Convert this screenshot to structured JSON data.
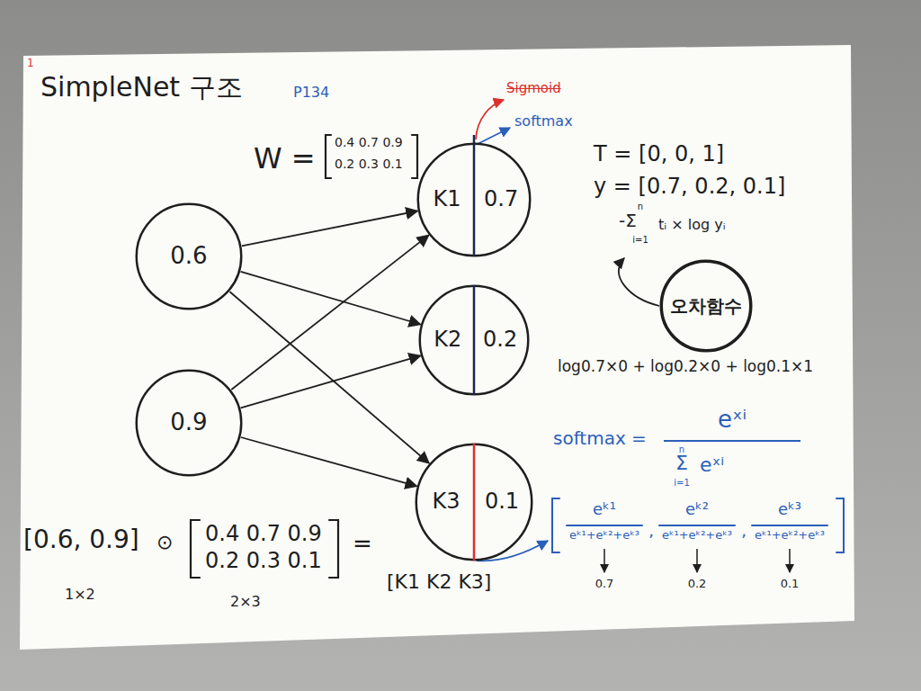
{
  "diagram": {
    "title": "SimpleNet 구조",
    "nodes": [
      {
        "text": [
          "0.6"
        ]
      },
      {
        "text": [
          "0.9"
        ]
      },
      {
        "text": [
          "K1",
          "0.7"
        ]
      },
      {
        "text": [
          "K2",
          "0.2"
        ]
      },
      {
        "text": [
          "K3",
          "0.1"
        ]
      },
      {
        "text": [
          "오차함수"
        ]
      }
    ],
    "edges": [
      {
        "from": 0,
        "to": 2,
        "arrow": "to"
      },
      {
        "from": 0,
        "to": 3,
        "arrow": "to"
      },
      {
        "from": 0,
        "to": 4,
        "arrow": "to"
      },
      {
        "from": 1,
        "to": 2,
        "arrow": "to"
      },
      {
        "from": 1,
        "to": 3,
        "arrow": "to"
      },
      {
        "from": 1,
        "to": 4,
        "arrow": "to"
      }
    ],
    "labels": [
      "1",
      "P134",
      "W =",
      "0.4 0.7 0.9",
      "0.2 0.3 0.1",
      "Sigmoid",
      "softmax",
      "T = [0, 0, 1]",
      "y = [0.7, 0.2, 0.1]",
      "n",
      "-Σ",
      "i=1",
      "tᵢ × log yᵢ",
      "log0.7×0 + log0.2×0 + log0.1×1",
      "softmax =",
      "eˣⁱ",
      "n",
      "Σ",
      "i=1",
      "eˣⁱ",
      "eᵏ¹",
      "eᵏ¹+eᵏ²+eᵏ³",
      ",",
      "eᵏ²",
      "eᵏ¹+eᵏ²+eᵏ³",
      ",",
      "eᵏ³",
      "eᵏ¹+eᵏ²+eᵏ³",
      "0.7",
      "0.2",
      "0.1",
      "[0.6, 0.9]",
      "⊙",
      "0.4 0.7 0.9",
      "0.2 0.3 0.1",
      "=",
      "[K1 K2 K3]",
      "1×2",
      "2×3"
    ]
  }
}
